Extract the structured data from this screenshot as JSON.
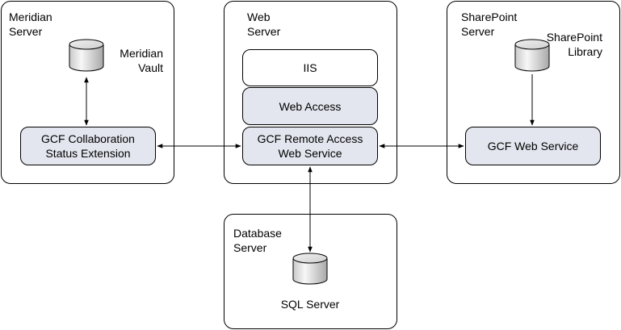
{
  "servers": {
    "meridian": {
      "label": "Meridian\nServer"
    },
    "web": {
      "label": "Web\nServer"
    },
    "sharepoint": {
      "label": "SharePoint\nServer"
    },
    "database": {
      "label": "Database\nServer"
    }
  },
  "databases": {
    "meridian_vault": {
      "label": "Meridian\nVault"
    },
    "sharepoint_library": {
      "label": "SharePoint\nLibrary"
    },
    "sql_server": {
      "label": "SQL Server"
    }
  },
  "components": {
    "gcf_collab": {
      "label": "GCF Collaboration\nStatus Extension"
    },
    "iis": {
      "label": "IIS"
    },
    "web_access": {
      "label": "Web Access"
    },
    "gcf_remote": {
      "label": "GCF Remote Access\nWeb Service"
    },
    "gcf_web_service": {
      "label": "GCF Web Service"
    }
  },
  "colors": {
    "component_fill": "#e3e6ee",
    "line": "#000000"
  }
}
